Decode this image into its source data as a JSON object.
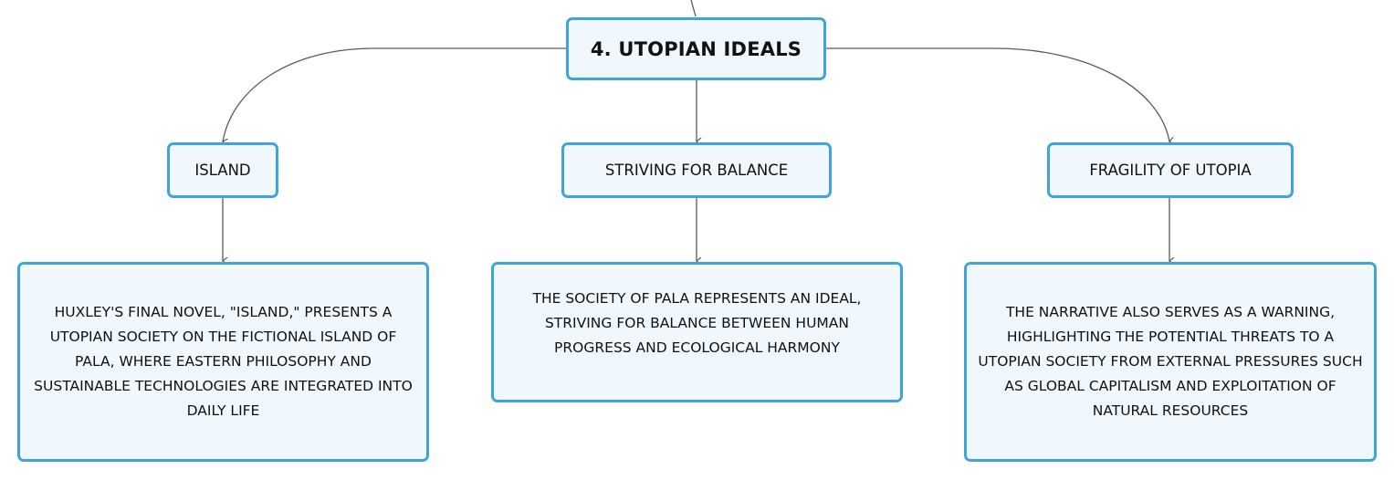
{
  "mindmap": {
    "root": {
      "label": "4. UTOPIAN IDEALS"
    },
    "topics": [
      {
        "label": "ISLAND",
        "detail": "HUXLEY'S FINAL NOVEL, \"ISLAND,\" PRESENTS A UTOPIAN SOCIETY ON THE FICTIONAL ISLAND OF PALA, WHERE EASTERN PHILOSOPHY AND SUSTAINABLE TECHNOLOGIES ARE INTEGRATED INTO DAILY LIFE"
      },
      {
        "label": "STRIVING FOR BALANCE",
        "detail": "THE SOCIETY OF PALA REPRESENTS AN IDEAL, STRIVING FOR BALANCE BETWEEN HUMAN PROGRESS AND ECOLOGICAL HARMONY"
      },
      {
        "label": "FRAGILITY OF UTOPIA",
        "detail": "THE NARRATIVE ALSO SERVES AS A WARNING, HIGHLIGHTING THE POTENTIAL THREATS TO A UTOPIAN SOCIETY FROM EXTERNAL PRESSURES SUCH AS GLOBAL CAPITALISM AND EXPLOITATION OF NATURAL RESOURCES"
      }
    ]
  },
  "colors": {
    "node_border": "#3fa3dd",
    "node_fill": "#f0f8fe",
    "connector": "#5a5a5a",
    "text": "#111111"
  }
}
